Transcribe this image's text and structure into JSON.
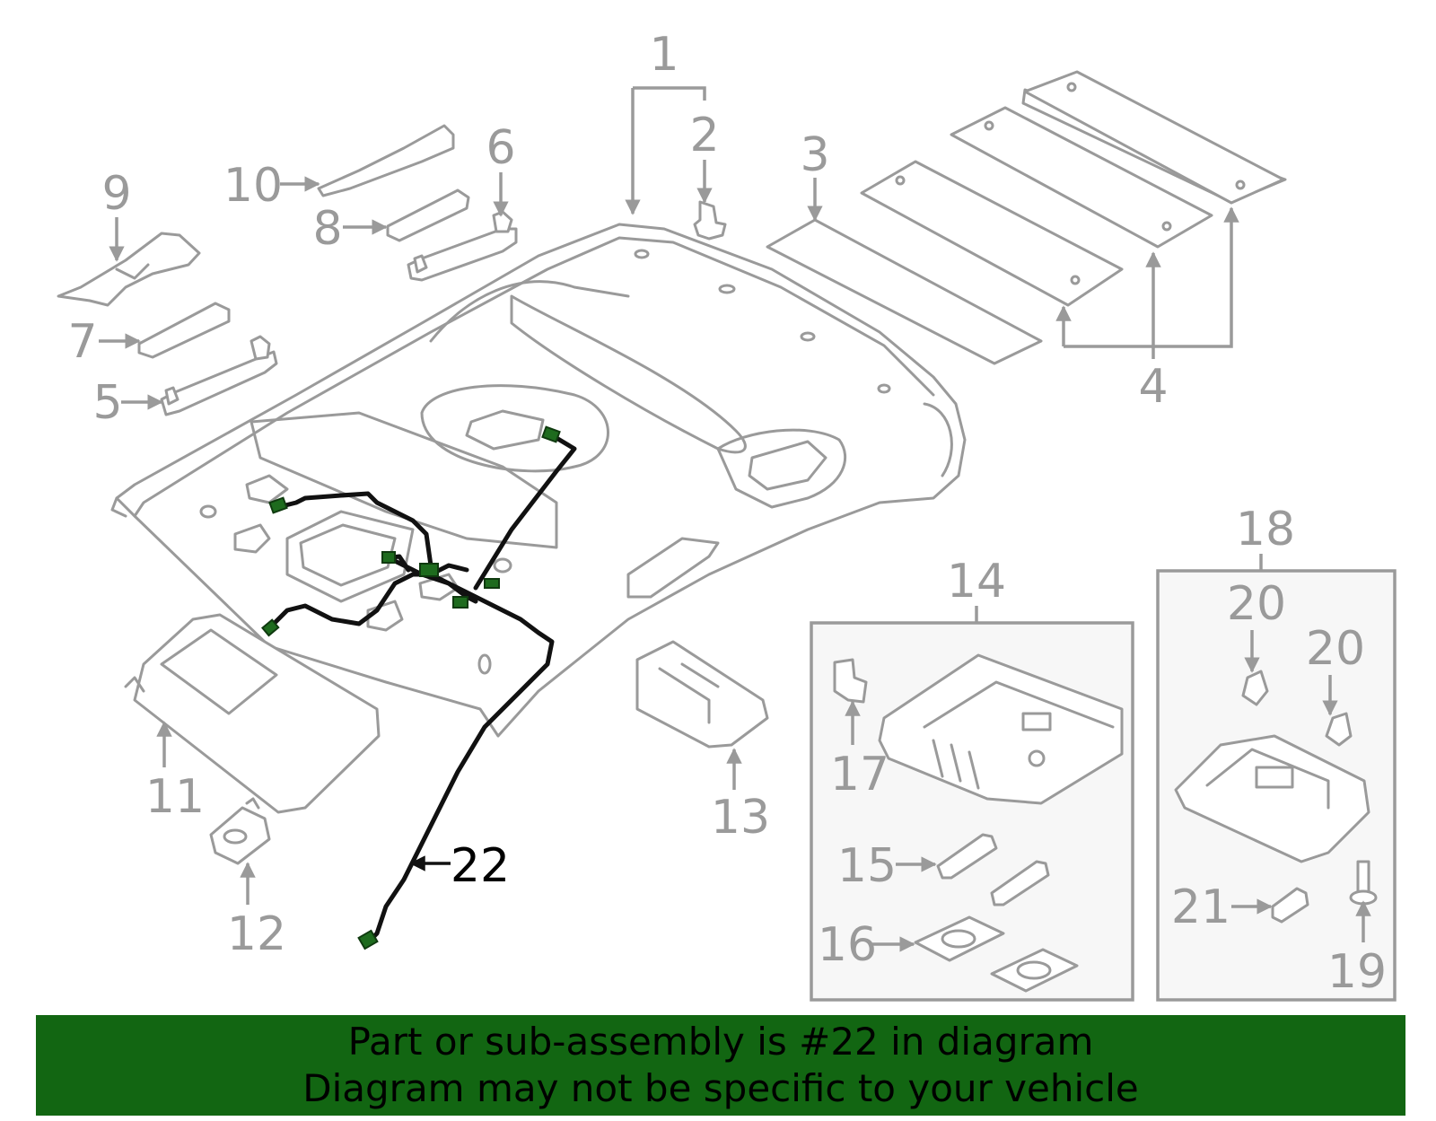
{
  "callouts": {
    "c1": "1",
    "c2": "2",
    "c3": "3",
    "c4": "4",
    "c5": "5",
    "c6": "6",
    "c7": "7",
    "c8": "8",
    "c9": "9",
    "c10": "10",
    "c11": "11",
    "c12": "12",
    "c13": "13",
    "c14": "14",
    "c15": "15",
    "c16": "16",
    "c17": "17",
    "c18": "18",
    "c20a": "20",
    "c20b": "20",
    "c21": "21",
    "c19": "19",
    "c22": "22"
  },
  "banner": {
    "line1": "Part or sub-assembly is #22 in diagram",
    "line2": "Diagram may not be specific to your vehicle"
  },
  "colors": {
    "banner_bg": "#126612",
    "part_stroke": "#9a9a9a",
    "harness": "#111111",
    "connector": "#1e6b1e"
  }
}
